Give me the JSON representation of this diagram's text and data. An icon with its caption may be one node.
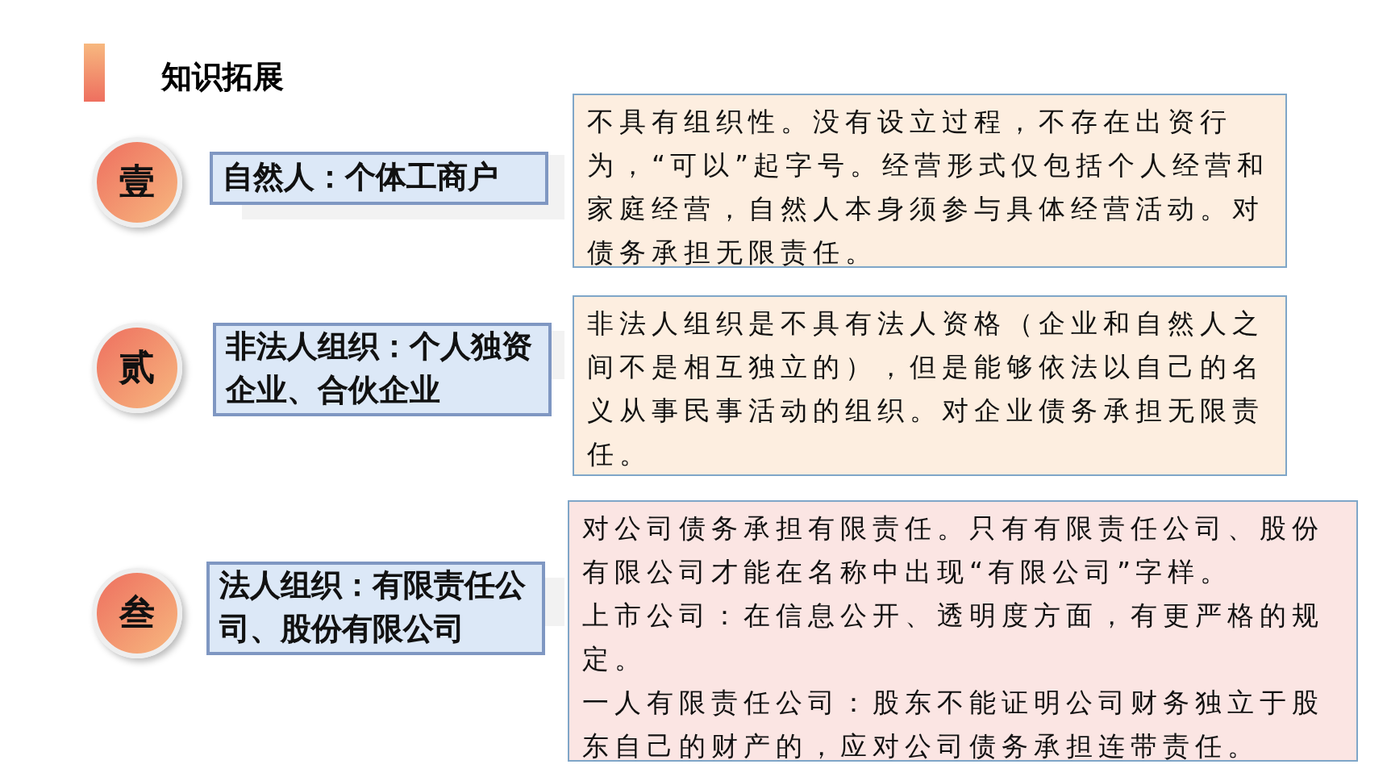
{
  "diagram": {
    "title": "知识拓展",
    "nodes": [
      {
        "text": [
          "壹"
        ]
      },
      {
        "text": [
          "自然人：个体工商户"
        ]
      },
      {
        "text": [
          "不具有组织性。没有设立过程，不存在出资行为，“可以”起字号。经营形式仅包括个人经营和家庭经营，自然人本身须参与具体经营活动。对债务承担无限责任。"
        ]
      },
      {
        "text": [
          "贰"
        ]
      },
      {
        "text": [
          "非法人组织：个人独资企业、合伙企业"
        ]
      },
      {
        "text": [
          "非法人组织是不具有法人资格（企业和自然人之间不是相互独立的），但是能够依法以自己的名义从事民事活动的组织。对企业债务承担无限责任。"
        ]
      },
      {
        "text": [
          "叁"
        ]
      },
      {
        "text": [
          "法人组织：有限责任公司、股份有限公司"
        ]
      },
      {
        "text": [
          "对公司债务承担有限责任。只有有限责任公司、股份有限公司才能在名称中出现“有限公司”字样。",
          "上市公司：在信息公开、透明度方面，有更严格的规定。",
          "一人有限责任公司：股东不能证明公司财务独立于股东自己的财产的，应对公司债务承担连带责任。"
        ]
      }
    ],
    "edges": []
  }
}
